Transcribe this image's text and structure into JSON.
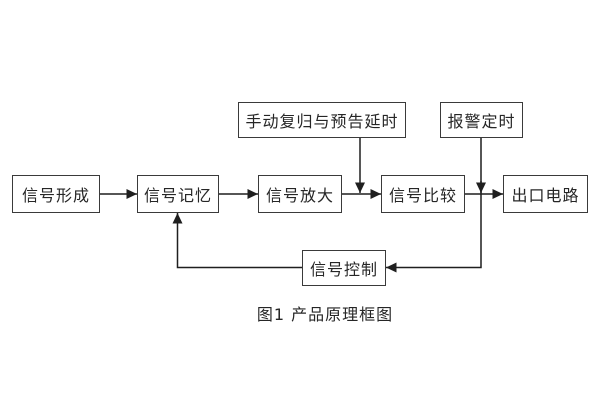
{
  "figure": {
    "caption": "图1 产品原理框图"
  },
  "diagram": {
    "boxes": {
      "manual_reset_delay": {
        "label": "手动复归与预告延时"
      },
      "alarm_timing": {
        "label": "报警定时"
      },
      "signal_formation": {
        "label": "信号形成"
      },
      "signal_memory": {
        "label": "信号记忆"
      },
      "signal_amplify": {
        "label": "信号放大"
      },
      "signal_compare": {
        "label": "信号比较"
      },
      "output_circuit": {
        "label": "出口电路"
      },
      "signal_control": {
        "label": "信号控制"
      }
    },
    "edges": [
      {
        "from": "signal_formation",
        "to": "signal_memory",
        "type": "arrow"
      },
      {
        "from": "signal_memory",
        "to": "signal_amplify",
        "type": "arrow"
      },
      {
        "from": "signal_amplify",
        "to": "signal_compare",
        "type": "arrow"
      },
      {
        "from": "signal_compare",
        "to": "output_circuit",
        "type": "arrow"
      },
      {
        "from": "manual_reset_delay",
        "to": "amplify-compare-wire",
        "type": "arrow"
      },
      {
        "from": "alarm_timing",
        "to": "compare-output-wire",
        "type": "arrow"
      },
      {
        "from": "compare-output-junction",
        "to": "signal_control",
        "type": "arrow"
      },
      {
        "from": "signal_control",
        "to": "signal_memory",
        "type": "arrow"
      }
    ],
    "colors": {
      "background": "#ffffff",
      "box_border": "#3a3a3a",
      "line": "#1f1f1f",
      "text": "#262626"
    }
  }
}
